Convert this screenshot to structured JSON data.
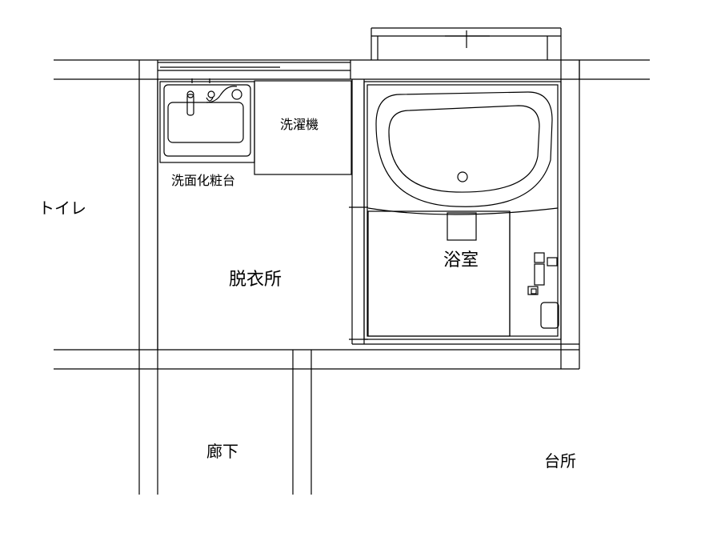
{
  "floorplan": {
    "rooms": {
      "toilet": "トイレ",
      "dressing_room": "脱衣所",
      "bathroom": "浴室",
      "hallway": "廊下",
      "kitchen": "台所"
    },
    "fixtures": {
      "washbasin": "洗面化粧台",
      "washing_machine": "洗濯機"
    },
    "colors": {
      "line": "#000000",
      "background": "#ffffff"
    }
  }
}
